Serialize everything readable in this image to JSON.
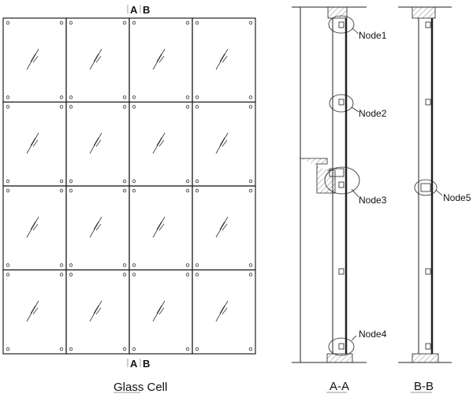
{
  "glass_cell": {
    "title": "Glass Cell",
    "columns": 4,
    "rows": 4,
    "section_marker_top": {
      "a": "A",
      "b": "B"
    },
    "section_marker_bottom": {
      "a": "A",
      "b": "B"
    }
  },
  "section_aa": {
    "title": "A-A",
    "nodes": [
      "Node1",
      "Node2",
      "Node3",
      "Node4"
    ]
  },
  "section_bb": {
    "title": "B-B",
    "nodes": [
      "Node5"
    ]
  }
}
